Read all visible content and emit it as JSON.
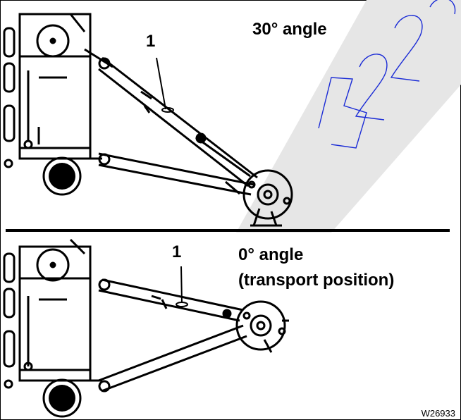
{
  "figure": {
    "top_panel": {
      "angle_label": "30° angle",
      "callout": "1"
    },
    "bottom_panel": {
      "angle_label": "0° angle",
      "angle_sublabel": "(transport position)",
      "callout": "1"
    },
    "figure_id": "W26933",
    "watermark_text": "522",
    "colors": {
      "line": "#000000",
      "watermark_stroke": "#1a2bd6",
      "watermark_fill": "#e6e6e6"
    }
  }
}
